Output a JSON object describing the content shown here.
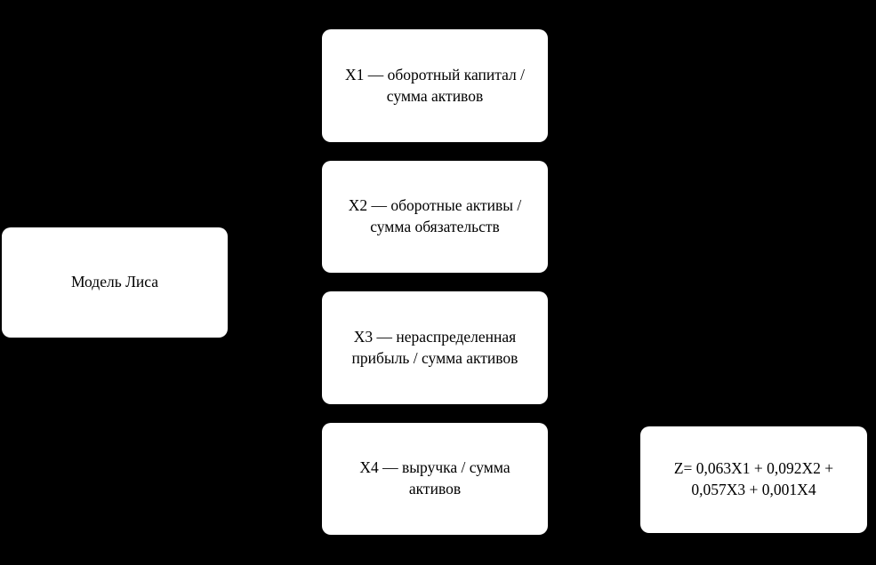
{
  "diagram": {
    "title": "Модель Лиса",
    "background_color": "#000000",
    "node_fill_color": "#ffffff",
    "node_text_color": "#000000",
    "nodes": {
      "root": {
        "label": "Модель Лиса"
      },
      "x1": {
        "label": "X1 — оборотный капитал / сумма активов"
      },
      "x2": {
        "label": "X2 — оборотные активы / сумма обязательств"
      },
      "x3": {
        "label": "X3 — нераспределенная прибыль / сумма активов"
      },
      "x4": {
        "label": "X4 — выручка / сумма активов"
      },
      "formula": {
        "label": "Z= 0,063X1 + 0,092X2 + 0,057X3 +  0,001X4"
      }
    }
  }
}
